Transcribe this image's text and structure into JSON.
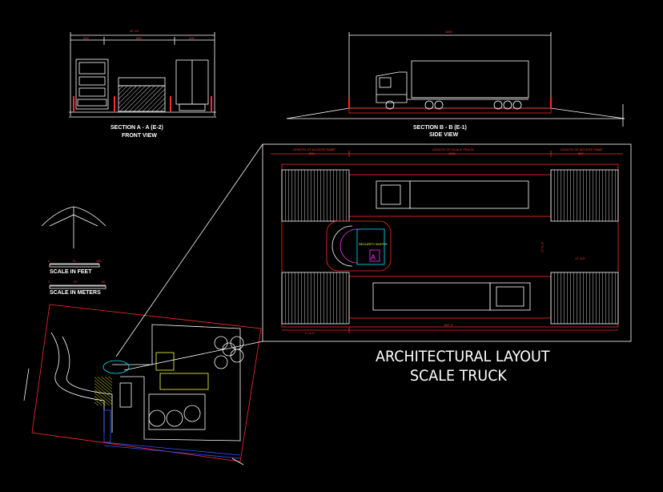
{
  "front_view": {
    "section": "SECTION A - A (E-2)",
    "label": "FRONT VIEW",
    "dims": [
      "42'-11\"",
      "330",
      "550",
      "330"
    ]
  },
  "side_view": {
    "section": "SECTION B - B (E-1)",
    "label": "SIDE VIEW",
    "overall_dim": "1800"
  },
  "plan": {
    "top_dims": [
      {
        "label": "LENGTH OF ACCESS RAMP",
        "value": "800"
      },
      {
        "label": "LENGTH OF SCALE TRUCK",
        "value": "1800"
      },
      {
        "label": "LENGTH OF ACCESS RAMP",
        "value": "800"
      }
    ],
    "booth_label": "SECURITY BOOTH",
    "booth_marker": "A",
    "bottom_dims": [
      "17'-6.0\"",
      "190'-0\""
    ],
    "side_dims": [
      "17'-6.0\"",
      "17'-6.0\""
    ]
  },
  "scales": {
    "feet": {
      "label": "SCALE IN FEET",
      "ticks": [
        "0",
        "75",
        "150"
      ]
    },
    "meters": {
      "label": "SCALE IN METERS",
      "ticks": [
        "0",
        "25",
        "50"
      ]
    }
  },
  "title": {
    "line1": "ARCHITECTURAL LAYOUT",
    "line2": "SCALE TRUCK"
  },
  "colors": {
    "background": "#000000",
    "lines": "#ffffff",
    "accent_red": "#ff2a2a",
    "cyan": "#00e5ff",
    "yellow": "#ffff33",
    "blue": "#3355ff",
    "magenta": "#ff33ff"
  }
}
